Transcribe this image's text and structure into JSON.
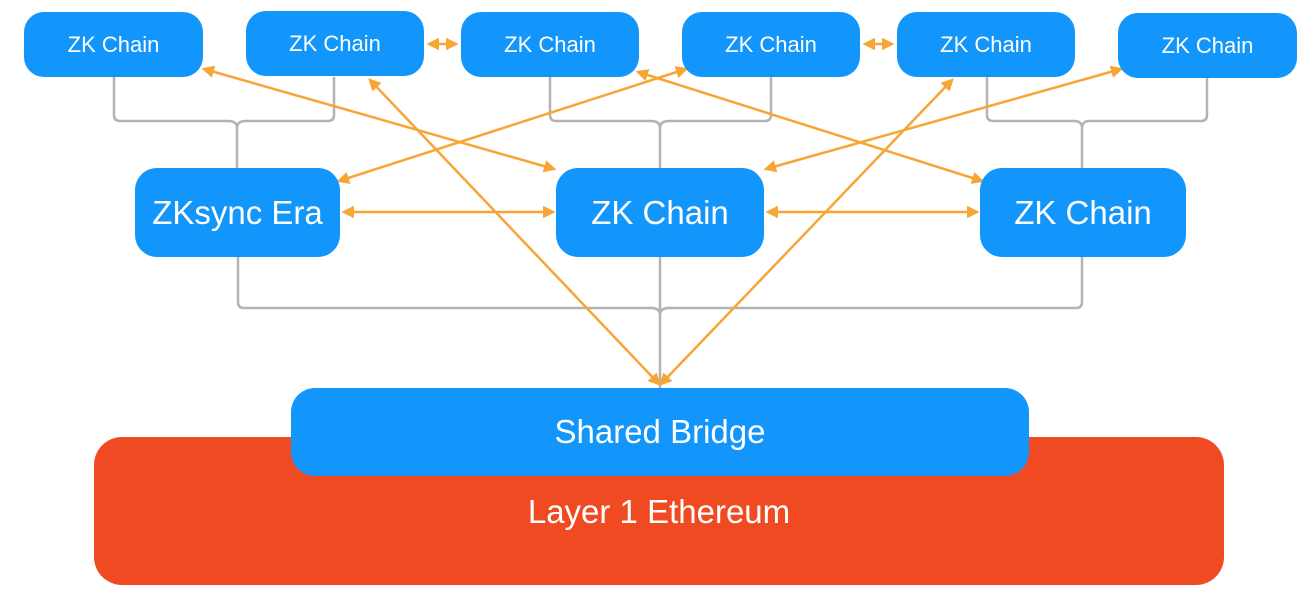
{
  "diagram": {
    "top_row": [
      {
        "id": "zk-top-1",
        "label": "ZK Chain"
      },
      {
        "id": "zk-top-2",
        "label": "ZK Chain"
      },
      {
        "id": "zk-top-3",
        "label": "ZK Chain"
      },
      {
        "id": "zk-top-4",
        "label": "ZK Chain"
      },
      {
        "id": "zk-top-5",
        "label": "ZK Chain"
      },
      {
        "id": "zk-top-6",
        "label": "ZK Chain"
      }
    ],
    "middle_row": [
      {
        "id": "zksync-era",
        "label": "ZKsync Era"
      },
      {
        "id": "zk-mid-center",
        "label": "ZK Chain"
      },
      {
        "id": "zk-mid-right",
        "label": "ZK Chain"
      }
    ],
    "shared_bridge": {
      "label": "Shared Bridge"
    },
    "layer1": {
      "label": "Layer 1 Ethereum"
    },
    "hierarchy_links": [
      {
        "children": [
          "zk-top-1",
          "zk-top-2"
        ],
        "parent": "zksync-era"
      },
      {
        "children": [
          "zk-top-3",
          "zk-top-4"
        ],
        "parent": "zk-mid-center"
      },
      {
        "children": [
          "zk-top-5",
          "zk-top-6"
        ],
        "parent": "zk-mid-right"
      },
      {
        "children": [
          "zksync-era",
          "zk-mid-center",
          "zk-mid-right"
        ],
        "parent": "shared-bridge"
      }
    ],
    "bidirectional_messages": [
      [
        "zk-top-2",
        "zk-top-3"
      ],
      [
        "zk-top-4",
        "zk-top-5"
      ],
      [
        "zk-top-1",
        "zk-mid-center"
      ],
      [
        "zk-top-4",
        "zksync-era"
      ],
      [
        "zk-top-3",
        "zk-mid-right"
      ],
      [
        "zk-top-6",
        "zk-mid-center"
      ],
      [
        "zk-top-2",
        "shared-bridge"
      ],
      [
        "zk-top-5",
        "shared-bridge"
      ],
      [
        "zksync-era",
        "zk-mid-center"
      ],
      [
        "zk-mid-center",
        "zk-mid-right"
      ]
    ],
    "colors": {
      "chain_node": "#1296FC",
      "layer1": "#F04A22",
      "arrow": "#F7A535",
      "hierarchy_line": "#B3B3B3",
      "text": "#FFFFFF"
    }
  }
}
